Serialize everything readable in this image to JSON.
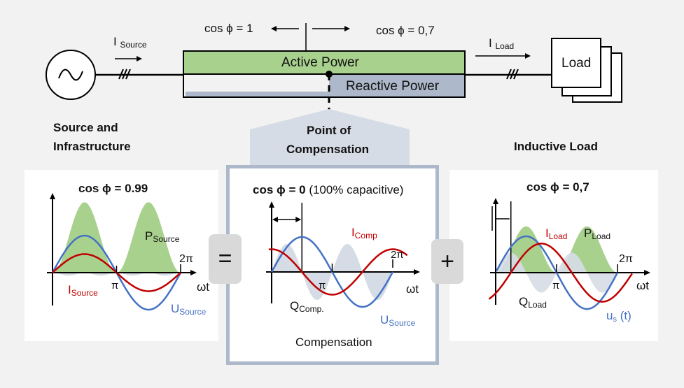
{
  "colors": {
    "background": "#f2f2f2",
    "active_power": "#a9d18e",
    "reactive_power": "#adb9ca",
    "current_red": "#c00000",
    "voltage_blue": "#4472c4",
    "power_green_fill": "#a9d18e",
    "reactive_fill": "#d6dce5",
    "compensation_border": "#adb9ca",
    "operator_button": "#d9d9d9"
  },
  "top": {
    "cos_left": "cos ϕ = 1",
    "cos_right": "cos ϕ = 0,7",
    "i_source": {
      "main": "I",
      "sub": "Source"
    },
    "i_load": {
      "main": "I",
      "sub": "Load"
    },
    "active_power_label": "Active Power",
    "reactive_power_label": "Reactive Power",
    "load_label": "Load",
    "source_icon": "ac-source-icon"
  },
  "sections": {
    "source_title_line1": "Source and",
    "source_title_line2": "Infrastructure",
    "point_line1": "Point of",
    "point_line2": "Compensation",
    "load_title": "Inductive Load"
  },
  "operators": {
    "equals": "=",
    "plus": "+"
  },
  "chart_data": [
    {
      "type": "line",
      "title": "cos ϕ = 0.99",
      "xlabel": "ωt",
      "ticks": [
        "π",
        "2π"
      ],
      "series": [
        {
          "name": "U Source",
          "label_main": "U",
          "label_sub": "Source",
          "color": "#4472c4",
          "amplitude": 1.0,
          "phase_deg": 0
        },
        {
          "name": "I Source",
          "label_main": "I",
          "label_sub": "Source",
          "color": "#c00000",
          "amplitude": 0.5,
          "phase_deg": 0
        },
        {
          "name": "P Source",
          "label_main": "P",
          "label_sub": "Source",
          "color": "#a9d18e",
          "kind": "area",
          "amplitude": 1.9
        }
      ],
      "x_range": [
        "0",
        "2π"
      ]
    },
    {
      "type": "line",
      "title_bold": "cos ϕ = 0",
      "title_rest": " (100% capacitive)",
      "xlabel": "ωt",
      "ticks": [
        "π",
        "2π"
      ],
      "caption": "Compensation",
      "series": [
        {
          "name": "U Source",
          "label_main": "U",
          "label_sub": "Source",
          "color": "#4472c4",
          "amplitude": 1.0,
          "phase_deg": 0
        },
        {
          "name": "I Comp",
          "label_main": "I",
          "label_sub": "Comp",
          "color": "#c00000",
          "amplitude": 0.65,
          "phase_deg": 90
        },
        {
          "name": "Q Comp.",
          "label_main": "Q",
          "label_sub": "Comp.",
          "color": "#d6dce5",
          "kind": "area"
        }
      ],
      "phase_shift_deg": 90
    },
    {
      "type": "line",
      "title": "cos ϕ = 0,7",
      "xlabel": "ωt",
      "ticks": [
        "π",
        "2π"
      ],
      "series": [
        {
          "name": "u_s (t)",
          "label_main": "u",
          "label_sub": "s",
          "label_tail": " (t)",
          "color": "#4472c4",
          "amplitude": 1.0,
          "phase_deg": 0
        },
        {
          "name": "I Load",
          "label_main": "I",
          "label_sub": "Load",
          "color": "#c00000",
          "amplitude": 0.8,
          "phase_deg": -45
        },
        {
          "name": "P Load",
          "label_main": "P",
          "label_sub": "Load",
          "color": "#a9d18e",
          "kind": "area"
        },
        {
          "name": "Q Load",
          "label_main": "Q",
          "label_sub": "Load",
          "color": "#d6dce5",
          "kind": "area"
        }
      ],
      "phase_shift_deg": -45
    }
  ]
}
